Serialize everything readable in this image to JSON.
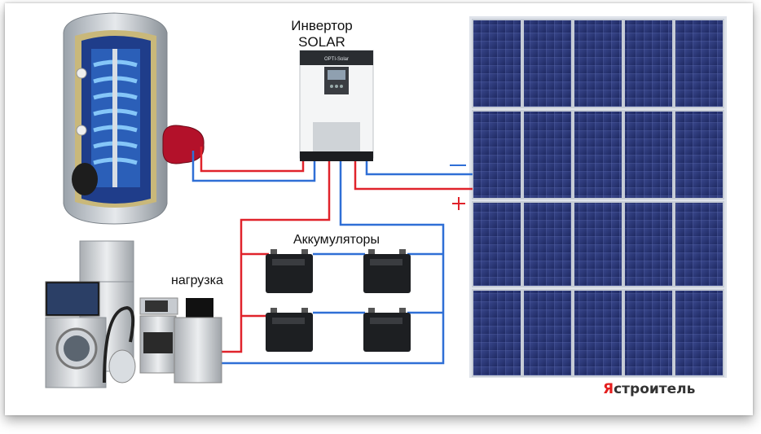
{
  "inverter": {
    "title_line1": "Инвертор",
    "title_line2": "SOLAR",
    "brand": "OPTI-Solar"
  },
  "batteries": {
    "title": "Аккумуляторы",
    "count": 4
  },
  "load": {
    "title": "нагрузка"
  },
  "panels": {
    "polarity_minus": "—",
    "polarity_plus": "+",
    "rows": 4,
    "cols": 5
  },
  "logo": {
    "first_letter": "Я",
    "rest": "строитель"
  },
  "colors": {
    "positive_wire": "#e0232b",
    "negative_wire": "#2f6fd6",
    "panel_cell": "#2c3a7a",
    "logo_accent": "#e41f1f"
  }
}
